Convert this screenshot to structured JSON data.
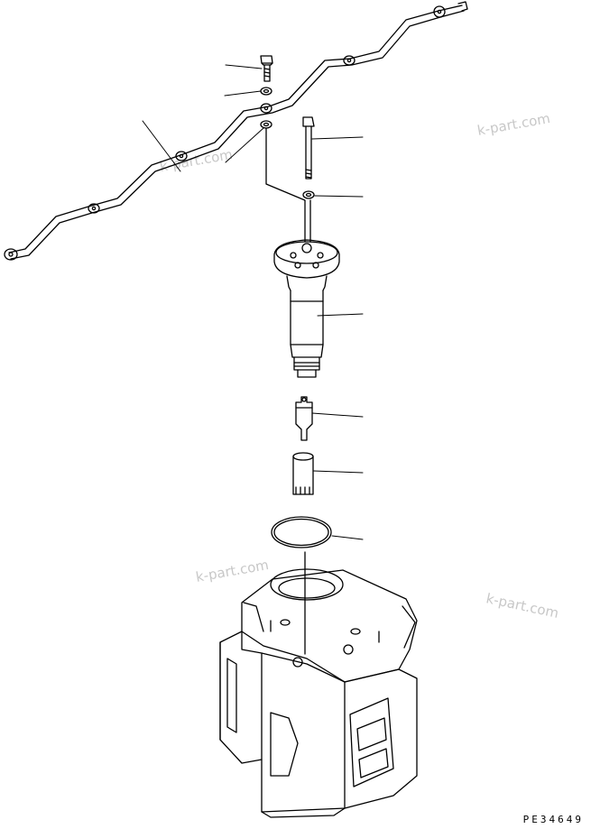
{
  "drawing": {
    "code": "PE34649",
    "watermarks": [
      "k-part.com",
      "k-part.com",
      "k-part.com",
      "k-part.com"
    ]
  }
}
